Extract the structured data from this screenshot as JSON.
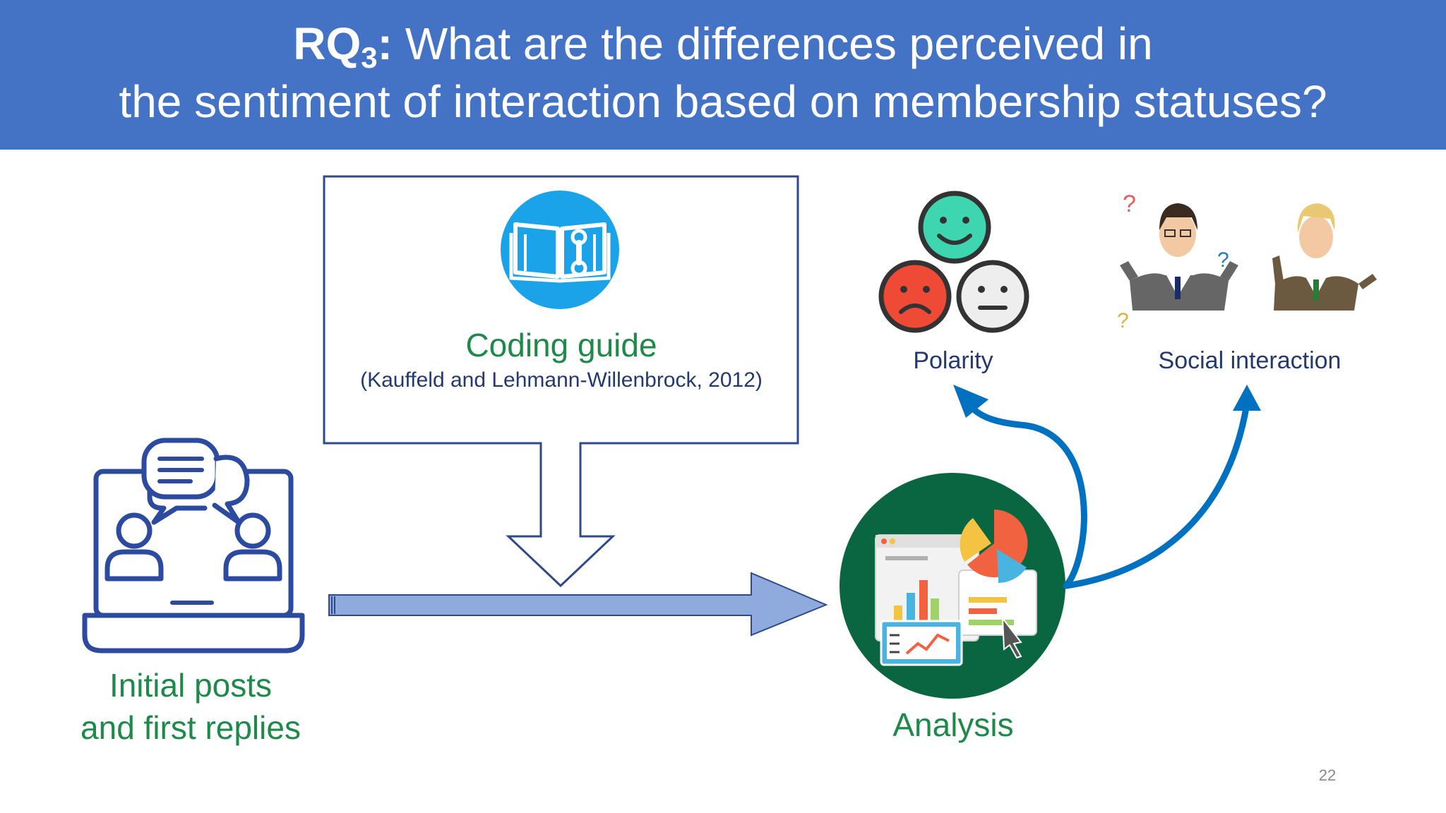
{
  "header": {
    "rq_prefix": "RQ",
    "rq_subscript": "3",
    "rq_colon": ":",
    "title_line1_rest": " What are the differences perceived in",
    "title_line2": "the sentiment of interaction based on membership statuses?"
  },
  "coding_guide": {
    "title": "Coding guide",
    "citation": "(Kauffeld and Lehmann-Willenbrock, 2012)",
    "icon": "manual-book-wrench-icon"
  },
  "input": {
    "line1": "Initial posts",
    "line2": "and first replies",
    "icon": "laptop-chat-users-icon"
  },
  "analysis": {
    "label": "Analysis",
    "icon": "analytics-dashboard-icon"
  },
  "outputs": {
    "polarity": "Polarity",
    "social_interaction": "Social interaction"
  },
  "page_number": "22",
  "colors": {
    "header_bg": "#4472c4",
    "label_green": "#1e8a4a",
    "label_navy": "#243a6e",
    "arrow_blue": "#0070c0",
    "box_border": "#2f4a8a"
  }
}
